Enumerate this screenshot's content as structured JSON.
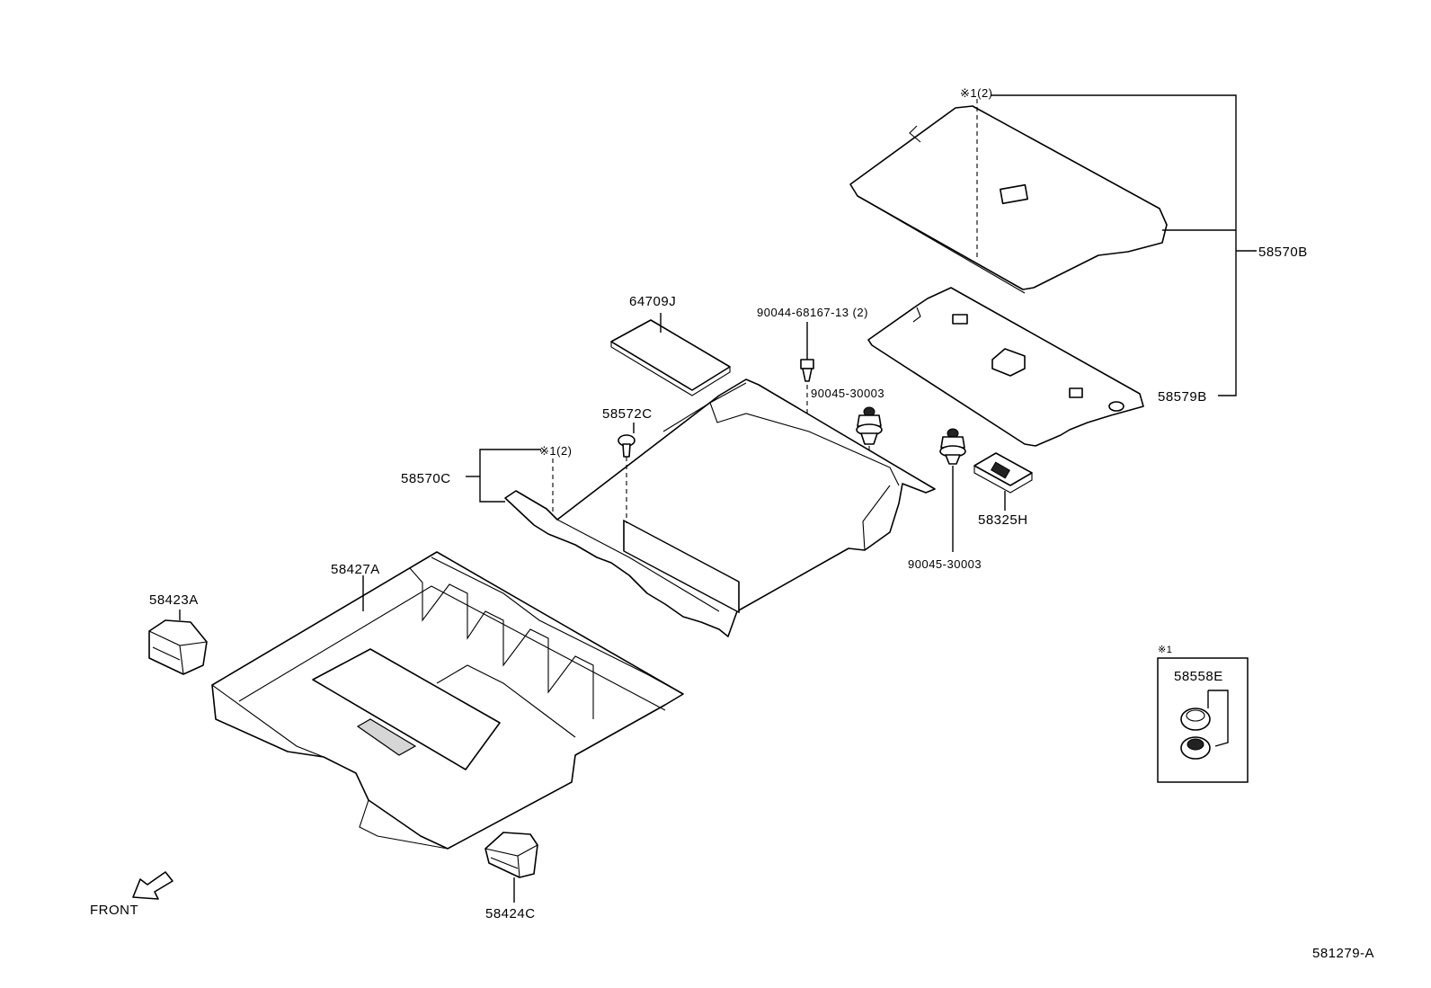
{
  "labels": {
    "p58570B": "58570B",
    "p58579B": "58579B",
    "note_top": "※1(2)",
    "p64709J": "64709J",
    "p90044": "90044-68167-13 (2)",
    "p90045_a": "90045-30003",
    "p90045_b": "90045-30003",
    "p58572C": "58572C",
    "note_mid": "※1(2)",
    "p58570C": "58570C",
    "p58325H": "58325H",
    "p58427A": "58427A",
    "p58423A": "58423A",
    "p58424C": "58424C",
    "front": "FRONT",
    "note_box": "※1",
    "p58558E": "58558E",
    "figure_id": "581279-A"
  },
  "icons": {
    "front_arrow": "front-arrow-icon"
  }
}
